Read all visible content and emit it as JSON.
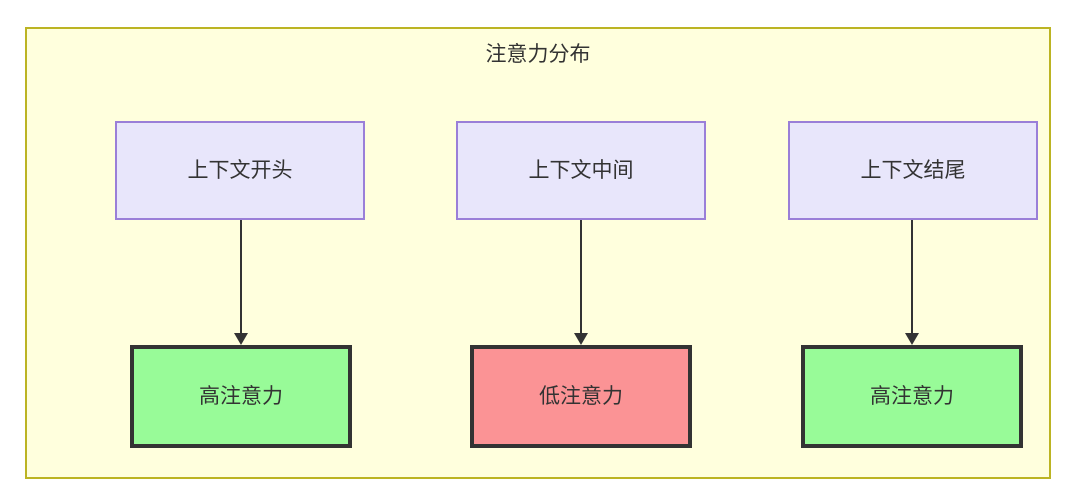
{
  "diagram": {
    "title": "注意力分布",
    "container": {
      "fill": "#ffffdd",
      "border": "#bcb423"
    },
    "context_nodes": [
      {
        "label": "上下文开头",
        "fill": "#e8e6fb",
        "border": "#9a7fd8"
      },
      {
        "label": "上下文中间",
        "fill": "#e8e6fb",
        "border": "#9a7fd8"
      },
      {
        "label": "上下文结尾",
        "fill": "#e8e6fb",
        "border": "#9a7fd8"
      }
    ],
    "attention_nodes": [
      {
        "label": "高注意力",
        "fill": "#98fb98",
        "border": "#333333"
      },
      {
        "label": "低注意力",
        "fill": "#fb9395",
        "border": "#333333"
      },
      {
        "label": "高注意力",
        "fill": "#98fb98",
        "border": "#333333"
      }
    ],
    "edges": [
      {
        "from": "上下文开头",
        "to": "高注意力",
        "label": ""
      },
      {
        "from": "上下文中间",
        "to": "低注意力",
        "label": ""
      },
      {
        "from": "上下文结尾",
        "to": "高注意力",
        "label": ""
      }
    ]
  }
}
